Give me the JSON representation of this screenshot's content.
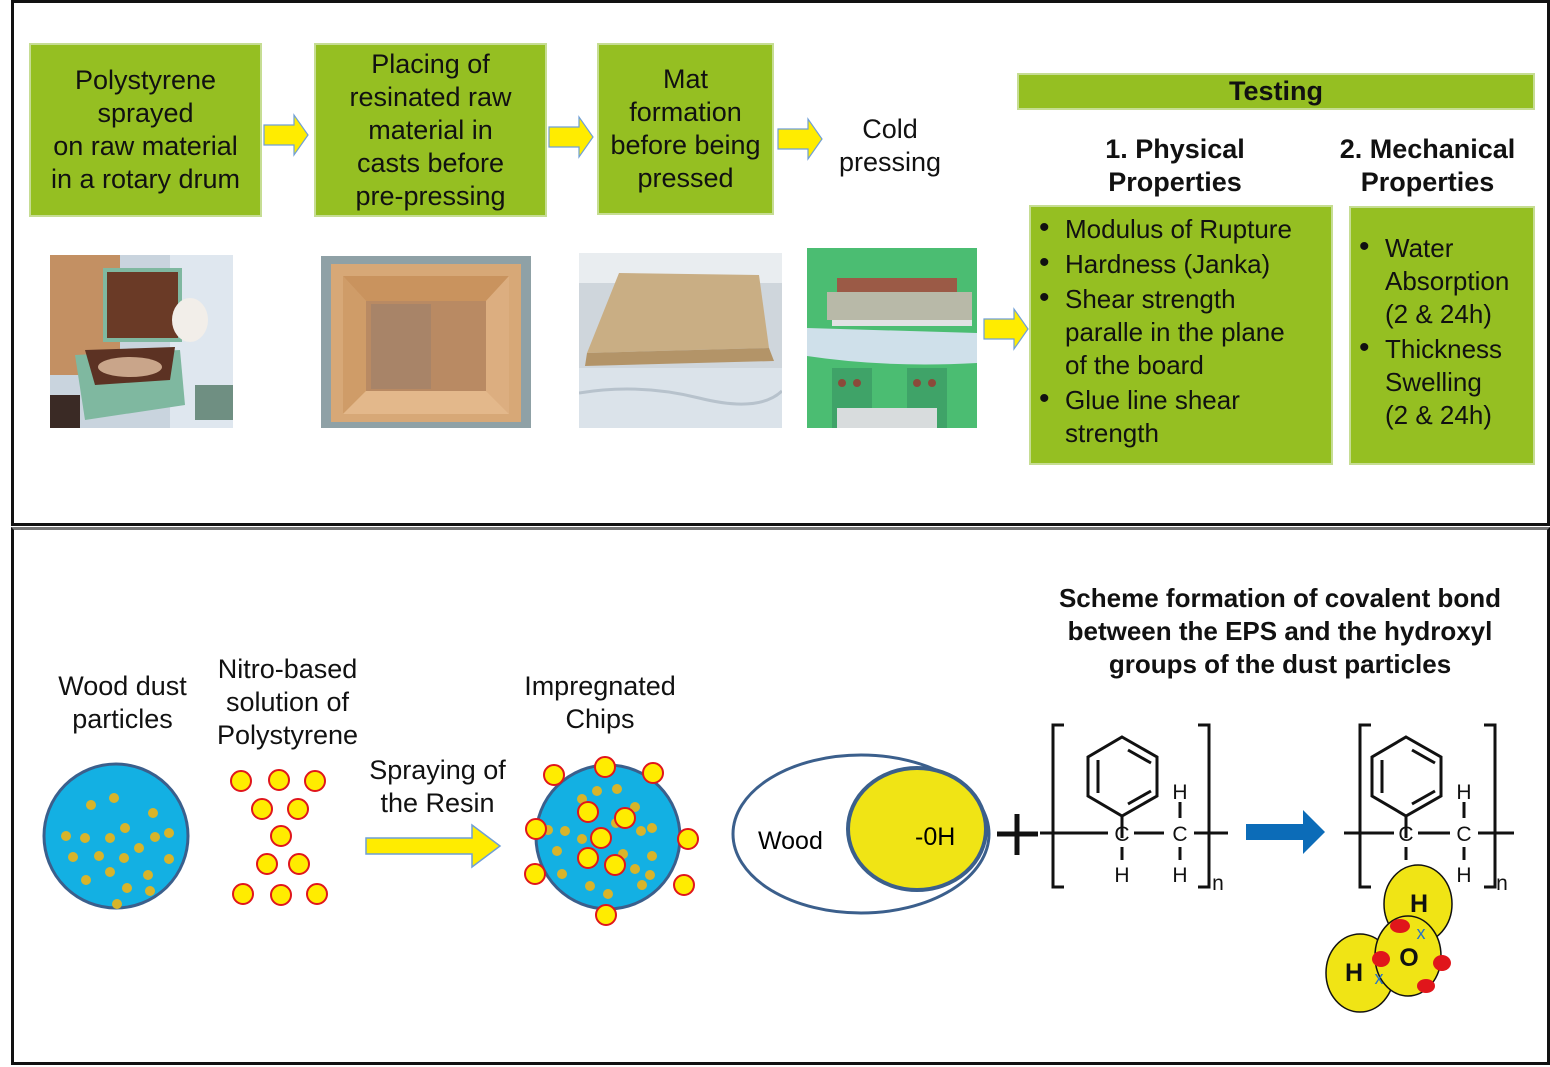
{
  "process_flow": {
    "steps": [
      {
        "label": "Polystyrene\nsprayed\non raw material\nin a rotary drum",
        "photo": "rotary-drum-mixer"
      },
      {
        "label": "Placing of\nresinated raw\nmaterial in\ncasts before\npre-pressing",
        "photo": "wooden-cast-with-resinated-material"
      },
      {
        "label": "Mat\nformation\nbefore being\npressed",
        "photo": "formed-mat-on-plastic-sheet"
      },
      {
        "label": "Cold\npressing",
        "photo": "cold-press-machine"
      }
    ],
    "arrow_color": "#ffec00"
  },
  "testing": {
    "title": "Testing",
    "physical": {
      "heading": "1. Physical\nProperties",
      "items": [
        "Modulus of Rupture",
        "Hardness (Janka)",
        "Shear strength\nparalle in the plane\nof the board",
        "Glue line shear\n strength"
      ]
    },
    "mechanical": {
      "heading": "2. Mechanical\nProperties",
      "items": [
        "Water\nAbsorption\n(2 & 24h)",
        "Thickness\nSwelling\n(2 & 24h)"
      ]
    }
  },
  "impregnation": {
    "wood_dust_label": "Wood dust\nparticles",
    "polystyrene_label": "Nitro-based\nsolution of\nPolystyrene",
    "spraying_label": "Spraying of\nthe Resin",
    "impregnated_label": "Impregnated\nChips"
  },
  "reaction_scheme": {
    "title": "Scheme formation of covalent bond\nbetween the EPS and the hydroxyl\ngroups of the dust particles",
    "wood_label": "Wood",
    "hydroxyl_label": "-0H",
    "plus_sign": "+",
    "carbon": "C",
    "hydrogen": "H",
    "oxygen": "O",
    "repeat_subscript": "n",
    "bond_marker": "x"
  },
  "colors": {
    "box_green": "#95bf22",
    "particle_blue": "#13b0e3",
    "particle_border": "#3b5f8c",
    "dust_gold": "#d8b42a",
    "resin_yellow": "#ffec00",
    "resin_border": "#e0161b",
    "reaction_arrow_blue": "#0c6cb8"
  }
}
